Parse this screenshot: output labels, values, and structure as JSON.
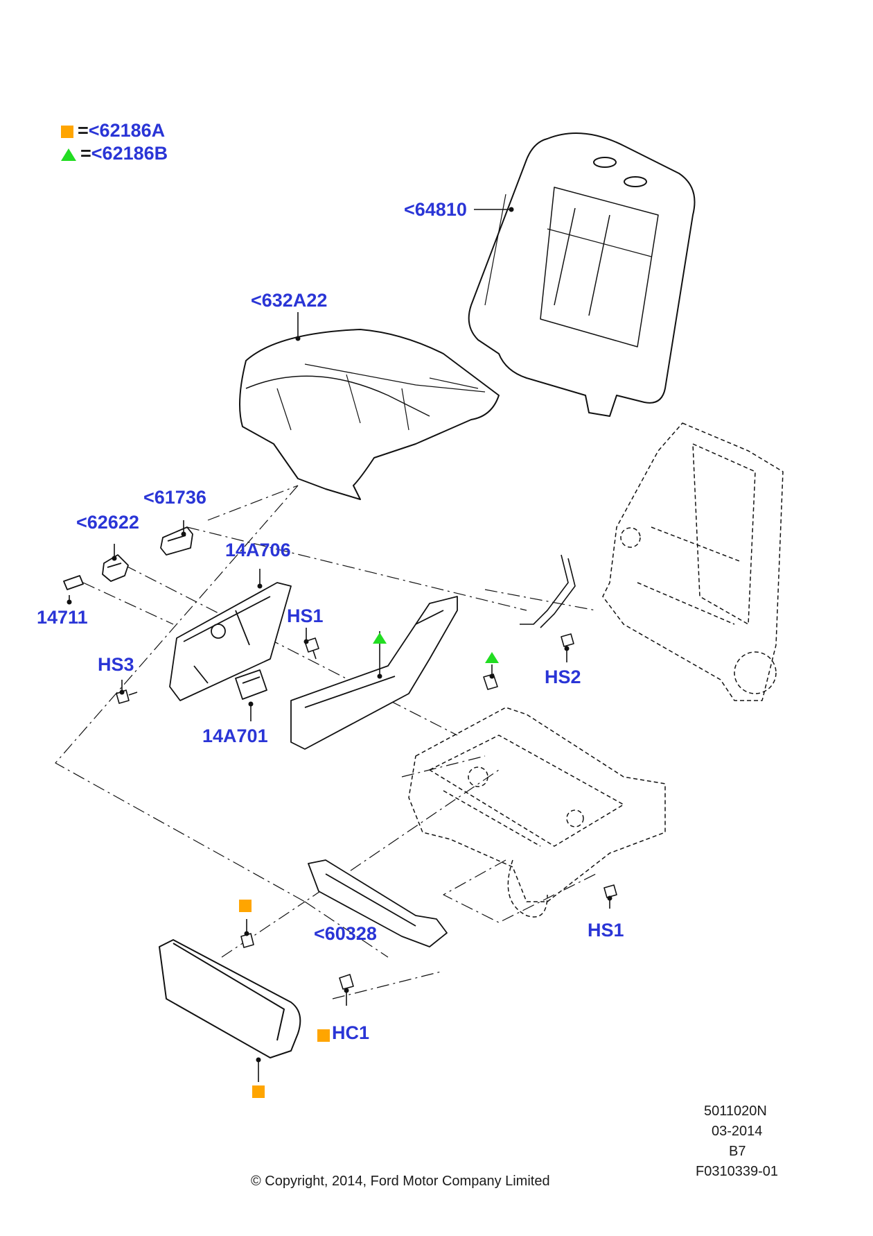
{
  "colors": {
    "callout": "#2a35d6",
    "line": "#111111",
    "marker_square": "#ffa500",
    "marker_triangle": "#22dd22",
    "part_fill": "#ffffff",
    "part_shade": "#f0f0f0"
  },
  "legend": [
    {
      "marker": "orange-square",
      "eq": "=",
      "label": "<62186A"
    },
    {
      "marker": "green-triangle",
      "eq": "=",
      "label": "<62186B"
    }
  ],
  "callouts": {
    "c64810": "<64810",
    "c632a22": "<632A22",
    "c61736": "<61736",
    "c62622": "<62622",
    "c14a706": "14A706",
    "c14711": "14711",
    "hs1_upper": "HS1",
    "hs3": "HS3",
    "hs2": "HS2",
    "c14a701": "14A701",
    "c60328": "<60328",
    "hs1_lower": "HS1",
    "hc1": "HC1"
  },
  "footer": {
    "code1": "5011020N",
    "date": "03-2014",
    "rev": "B7",
    "ref": "F0310339-01",
    "copyright": "© Copyright, 2014, Ford Motor Company Limited"
  }
}
